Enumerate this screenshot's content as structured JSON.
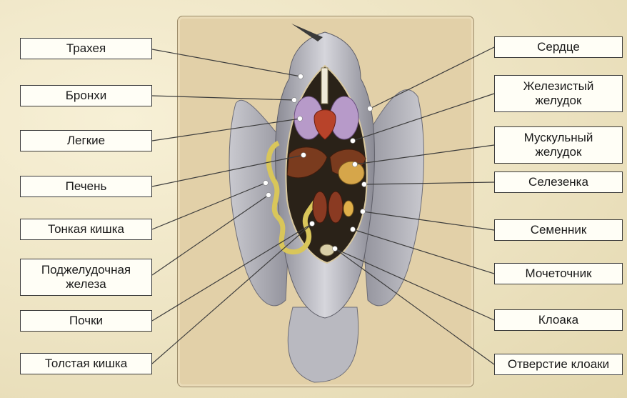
{
  "left_labels": [
    {
      "id": "trachea",
      "text": "Трахея"
    },
    {
      "id": "bronchi",
      "text": "Бронхи"
    },
    {
      "id": "lungs",
      "text": "Легкие"
    },
    {
      "id": "liver",
      "text": "Печень"
    },
    {
      "id": "small-intestine",
      "text": "Тонкая кишка"
    },
    {
      "id": "pancreas",
      "text": "Поджелудочная\nжелеза"
    },
    {
      "id": "kidneys",
      "text": "Почки"
    },
    {
      "id": "large-intestine",
      "text": "Толстая кишка"
    }
  ],
  "right_labels": [
    {
      "id": "heart",
      "text": "Сердце"
    },
    {
      "id": "glandular-stomach",
      "text": "Железистый\nжелудок"
    },
    {
      "id": "muscular-stomach",
      "text": "Мускульный\nжелудок"
    },
    {
      "id": "spleen",
      "text": "Селезенка"
    },
    {
      "id": "testis",
      "text": "Семенник"
    },
    {
      "id": "ureter",
      "text": "Мочеточник"
    },
    {
      "id": "cloaca",
      "text": "Клоака"
    },
    {
      "id": "cloaca-opening",
      "text": "Отверстие клоаки"
    }
  ],
  "colors": {
    "label_bg": "#fffef6",
    "label_border": "#3a3a3a",
    "leader": "#3c3c3c",
    "background": "#efe7c8",
    "panel": "#e2d0a8"
  }
}
